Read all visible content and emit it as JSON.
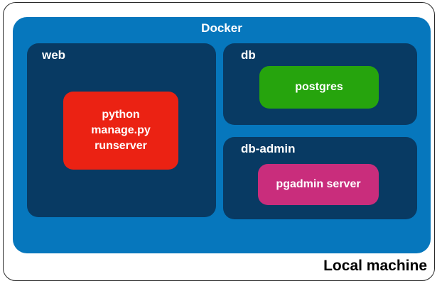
{
  "colors": {
    "docker_bg": "#0677bd",
    "container_bg": "#083a63",
    "web_service_bg": "#eb2213",
    "db_service_bg": "#26a40d",
    "db_admin_service_bg": "#c92d7c",
    "label_text": "#ffffff",
    "outer_border": "#2a2a2a",
    "outer_label_text": "#000000"
  },
  "outer": {
    "label": "Local machine"
  },
  "docker": {
    "label": "Docker"
  },
  "containers": {
    "web": {
      "label": "web",
      "service_lines": [
        "python",
        "manage.py",
        "runserver"
      ]
    },
    "db": {
      "label": "db",
      "service": "postgres"
    },
    "db_admin": {
      "label": "db-admin",
      "service": "pgadmin server"
    }
  }
}
